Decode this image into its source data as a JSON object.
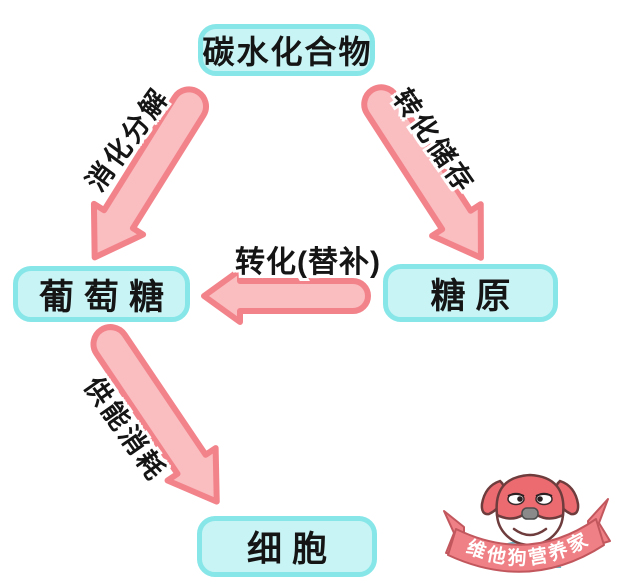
{
  "nodes": {
    "carbohydrate": {
      "label": "碳水化合物"
    },
    "glucose": {
      "label": "葡萄糖"
    },
    "glycogen": {
      "label": "糖原"
    },
    "cell": {
      "label": "细胞"
    }
  },
  "edges": [
    {
      "id": "digest",
      "label": "消化分解",
      "from": "碳水化合物",
      "to": "葡萄糖"
    },
    {
      "id": "store",
      "label": "转化储存",
      "from": "碳水化合物",
      "to": "糖原"
    },
    {
      "id": "convert",
      "label": "转化(替补)",
      "from": "糖原",
      "to": "葡萄糖"
    },
    {
      "id": "consume",
      "label": "供能消耗",
      "from": "葡萄糖",
      "to": "细胞"
    }
  ],
  "mascot": {
    "banner_text": "维他狗营养家"
  },
  "colors": {
    "node_fill": "#C9F4F5",
    "node_border": "#87E6E8",
    "arrow_fill": "#FABDC0",
    "arrow_border": "#F2838B",
    "text": "#151515",
    "banner": "#EF8186",
    "banner_text": "#FFFFFF",
    "mascot_red": "#EB6B71"
  }
}
